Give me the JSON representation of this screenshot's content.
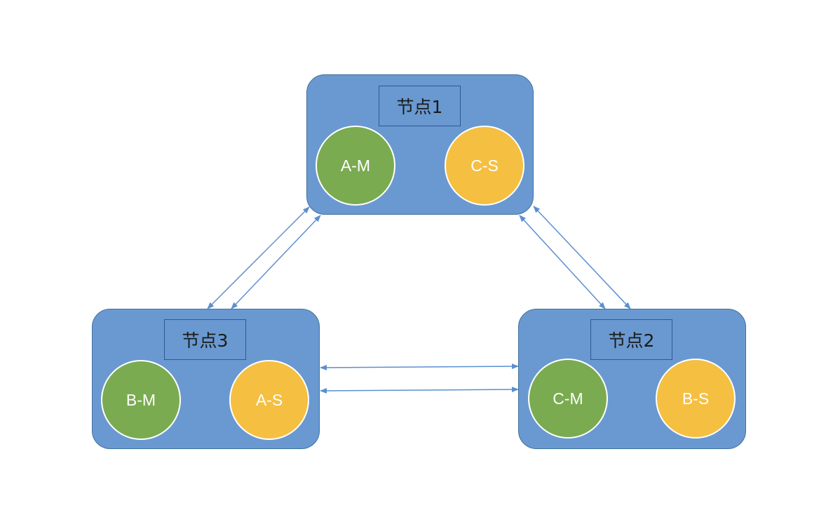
{
  "nodes": [
    {
      "id": "node-1",
      "label": "节点1",
      "shards": [
        {
          "label": "A-M",
          "role": "master"
        },
        {
          "label": "C-S",
          "role": "slave"
        }
      ]
    },
    {
      "id": "node-2",
      "label": "节点2",
      "shards": [
        {
          "label": "C-M",
          "role": "master"
        },
        {
          "label": "B-S",
          "role": "slave"
        }
      ]
    },
    {
      "id": "node-3",
      "label": "节点3",
      "shards": [
        {
          "label": "B-M",
          "role": "master"
        },
        {
          "label": "A-S",
          "role": "slave"
        }
      ]
    }
  ],
  "colors": {
    "node_fill": "#6999d0",
    "node_border": "#41719c",
    "master_fill": "#7aab50",
    "slave_fill": "#f5bf42",
    "connector": "#5b8fd0"
  },
  "connections": [
    {
      "from": "node-3",
      "to": "node-1",
      "arrows": "both"
    },
    {
      "from": "node-3",
      "to": "node-1",
      "arrows": "both"
    },
    {
      "from": "node-1",
      "to": "node-2",
      "arrows": "both"
    },
    {
      "from": "node-1",
      "to": "node-2",
      "arrows": "both"
    },
    {
      "from": "node-3",
      "to": "node-2",
      "arrows": "both"
    },
    {
      "from": "node-3",
      "to": "node-2",
      "arrows": "both"
    }
  ]
}
